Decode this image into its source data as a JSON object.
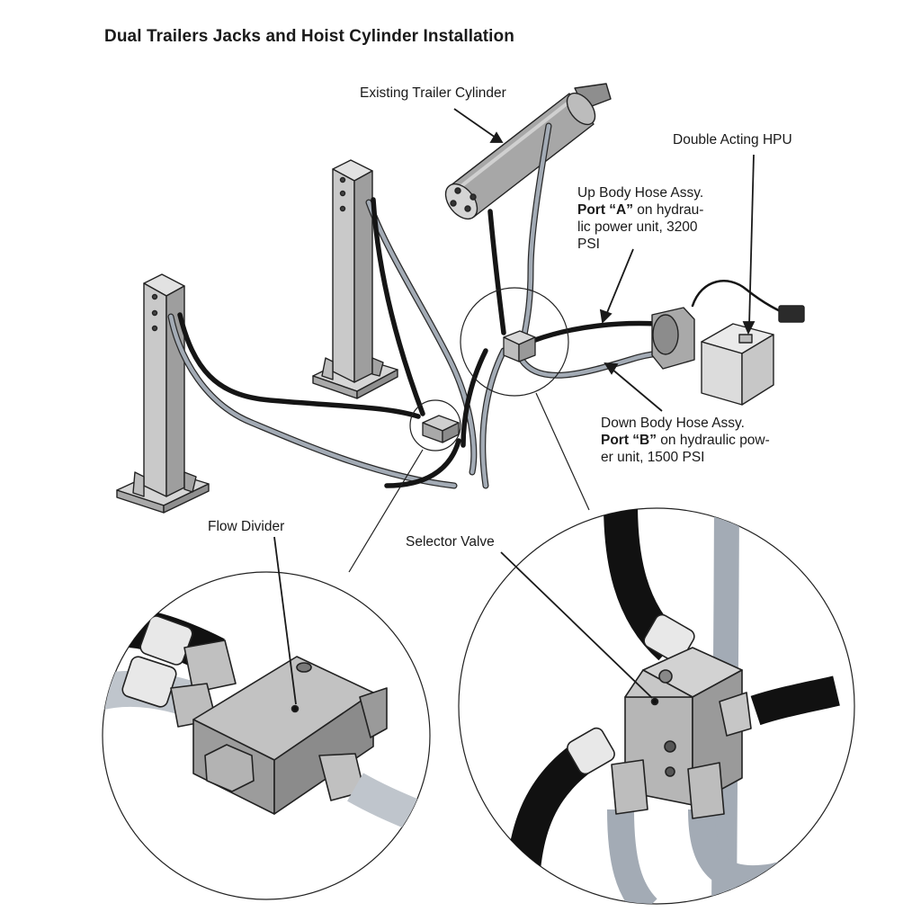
{
  "page": {
    "title": "Dual Trailers Jacks and Hoist Cylinder Installation"
  },
  "labels": {
    "existing_cylinder": "Existing Trailer Cylinder",
    "hpu": "Double Acting HPU",
    "up_hose": {
      "line1": "Up Body Hose Assy.",
      "port": "Port “A”",
      "rest1": " on hydrau-",
      "line3": "lic power unit, 3200",
      "line4": "PSI"
    },
    "down_hose": {
      "line1": "Down Body Hose Assy.",
      "port": "Port “B”",
      "rest1": " on hydraulic pow-",
      "line3": "er unit, 1500 PSI"
    },
    "flow_divider": "Flow Divider",
    "selector_valve": "Selector Valve"
  },
  "colors": {
    "black_hose": "#151515",
    "gray_hose": "#9aa3ad",
    "steel": "#b9b9b9",
    "steel_dark": "#8c8c8c",
    "outline": "#222222"
  }
}
